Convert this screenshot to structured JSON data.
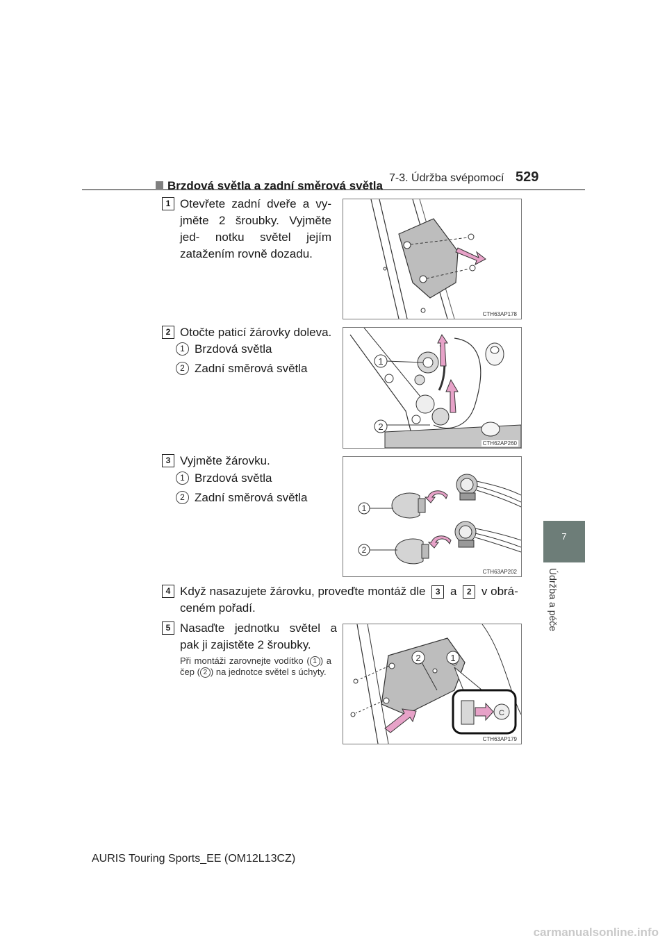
{
  "header": {
    "section": "7-3. Údržba svépomocí",
    "page_number": "529",
    "chapter_tab": "7",
    "chapter_label": "Údržba a péče"
  },
  "section_title": "Brzdová světla a zadní směrová světla",
  "steps": [
    {
      "num": "1",
      "text": "Otevřete zadní dveře a vy- jměte 2 šroubky. Vyjměte jed- notku světel jejím zatažením rovně dozadu.",
      "figure_code": "CTH63AP178"
    },
    {
      "num": "2",
      "text": "Otočte paticí žárovky doleva.",
      "items": [
        {
          "n": "1",
          "label": "Brzdová světla"
        },
        {
          "n": "2",
          "label": "Zadní směrová světla"
        }
      ],
      "figure_code": "CTH62AP260"
    },
    {
      "num": "3",
      "text": "Vyjměte žárovku.",
      "items": [
        {
          "n": "1",
          "label": "Brzdová světla"
        },
        {
          "n": "2",
          "label": "Zadní směrová světla"
        }
      ],
      "figure_code": "CTH63AP202"
    },
    {
      "num": "4",
      "text_before": "Když nasazujete žárovku, proveďte montáž dle",
      "ref_a": "3",
      "text_mid": "a",
      "ref_b": "2",
      "text_after": "v obrá-",
      "text_line2": "ceném pořadí."
    },
    {
      "num": "5",
      "text": "Nasaďte jednotku světel a pak ji zajistěte 2 šroubky.",
      "note_a": "Při montáži zarovnejte vodítko (",
      "note_n1": "1",
      "note_b": ") a čep (",
      "note_n2": "2",
      "note_c": ") na jednotce světel s úchyty.",
      "figure_code": "CTH63AP179"
    }
  ],
  "figure_callouts": {
    "one": "1",
    "two": "2",
    "c": "C"
  },
  "footer": "AURIS Touring Sports_EE (OM12L13CZ)",
  "watermark": "carmanualsonline.info"
}
